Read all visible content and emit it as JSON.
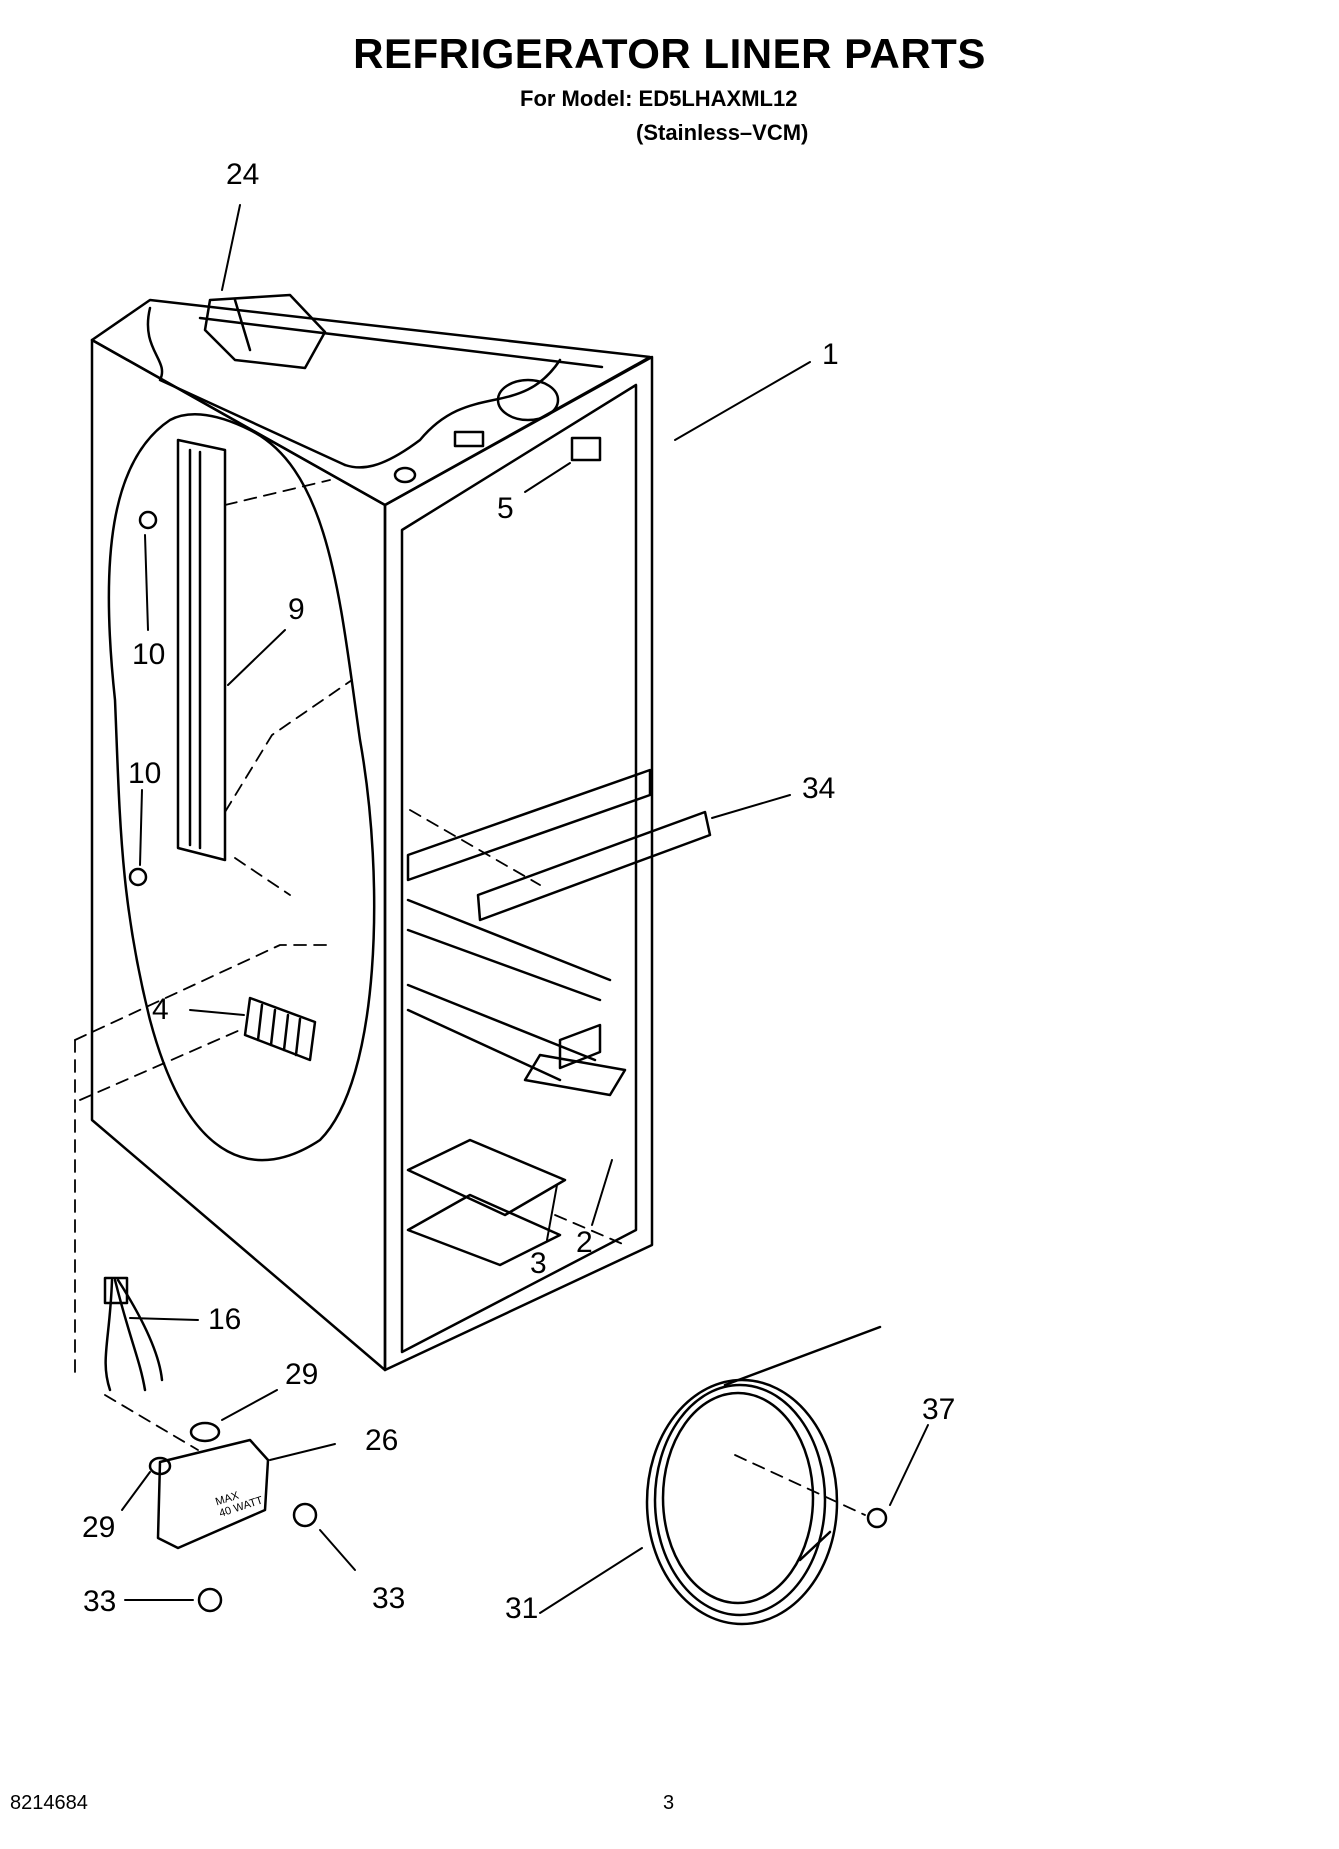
{
  "header": {
    "title": "REFRIGERATOR LINER PARTS",
    "model_line": "For Model: ED5LHAXML12",
    "finish_line": "(Stainless–VCM)"
  },
  "callouts": {
    "c24": "24",
    "c1": "1",
    "c5": "5",
    "c9": "9",
    "c10a": "10",
    "c10b": "10",
    "c34": "34",
    "c4": "4",
    "c3": "3",
    "c2": "2",
    "c16": "16",
    "c29a": "29",
    "c26": "26",
    "c29b": "29",
    "c37": "37",
    "c33a": "33",
    "c33b": "33",
    "c31": "31"
  },
  "socket_label": {
    "line1": "MAX",
    "line2": "40 WATT"
  },
  "footer": {
    "doc_number": "8214684",
    "page_number": "3"
  }
}
